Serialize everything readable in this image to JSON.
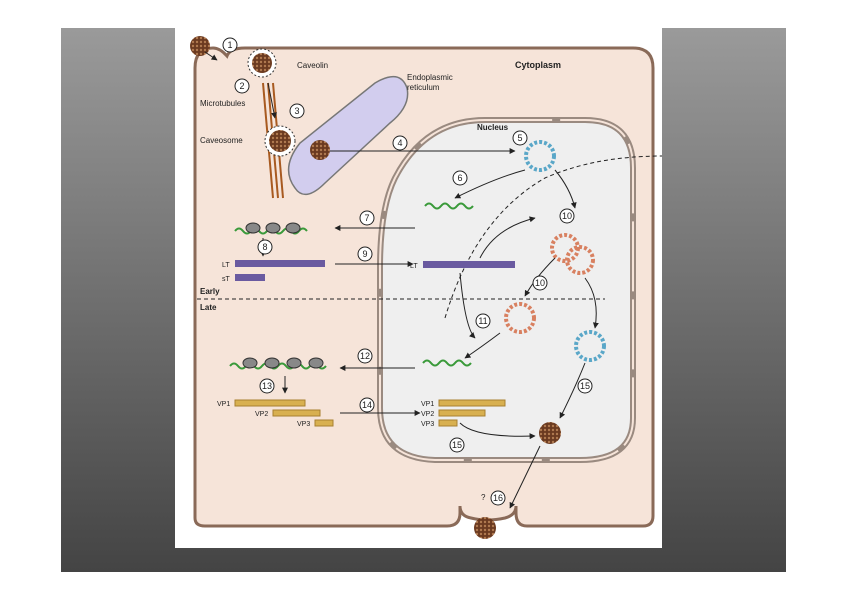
{
  "labels": {
    "cytoplasm": "Cytoplasm",
    "nucleus": "Nucleus",
    "caveolin": "Caveolin",
    "er_line1": "Endoplasmic",
    "er_line2": "reticulum",
    "microtubules": "Microtubules",
    "caveosome": "Caveosome",
    "early": "Early",
    "late": "Late",
    "lt_cyto": "LT",
    "st_cyto": "sT",
    "lt_nuc": "LT",
    "vp1_cyto": "VP1",
    "vp2_cyto": "VP2",
    "vp3_cyto": "VP3",
    "vp1_nuc": "VP1",
    "vp2_nuc": "VP2",
    "vp3_nuc": "VP3",
    "question": "?"
  },
  "steps": [
    "1",
    "2",
    "3",
    "4",
    "5",
    "6",
    "7",
    "8",
    "9",
    "10",
    "10",
    "11",
    "12",
    "13",
    "14",
    "15",
    "15",
    "16"
  ],
  "colors": {
    "cell_fill": "#f6e4d9",
    "cell_stroke": "#8a6a58",
    "nucleus_fill": "#efefef",
    "er_fill": "#d2cdee",
    "tantigen": "#6a5aa0",
    "vp": "#d8b050",
    "mrna": "#3a9a3a",
    "dna_blue": "#5aa7c8",
    "dna_red": "#d88060",
    "virion": "#6b3a20"
  }
}
